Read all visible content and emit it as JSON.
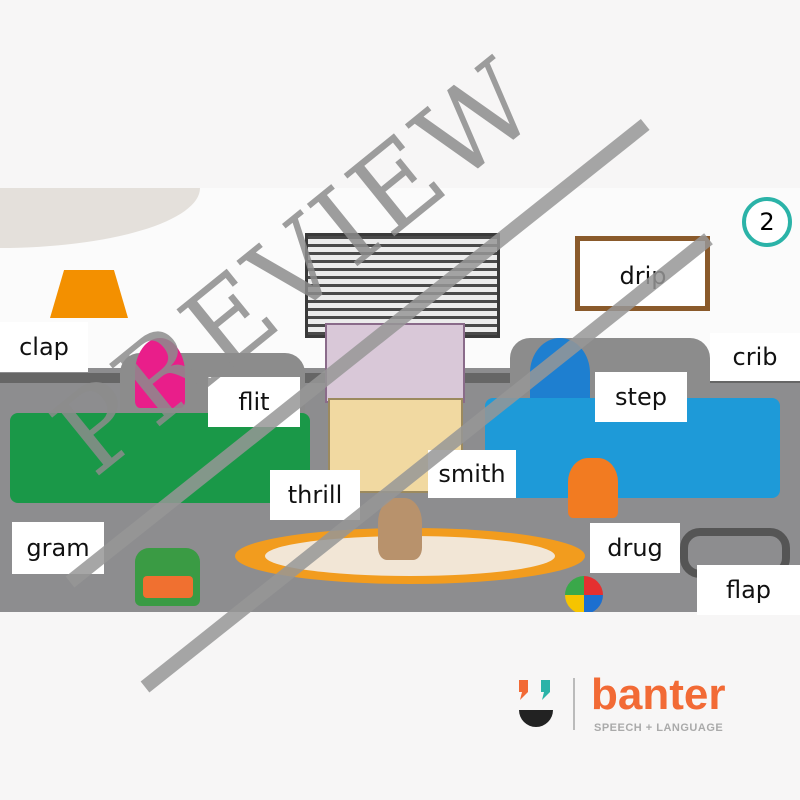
{
  "page_number": "2",
  "words": {
    "clap": "clap",
    "flit": "flit",
    "drip": "drip",
    "crib": "crib",
    "step": "step",
    "smith": "smith",
    "thrill": "thrill",
    "gram": "gram",
    "drug": "drug",
    "flap": "flap"
  },
  "watermark": "PREVIEW",
  "brand": {
    "name": "banter",
    "tagline": "SPEECH + LANGUAGE",
    "orange": "#f26a35",
    "teal": "#2bb3a8"
  }
}
